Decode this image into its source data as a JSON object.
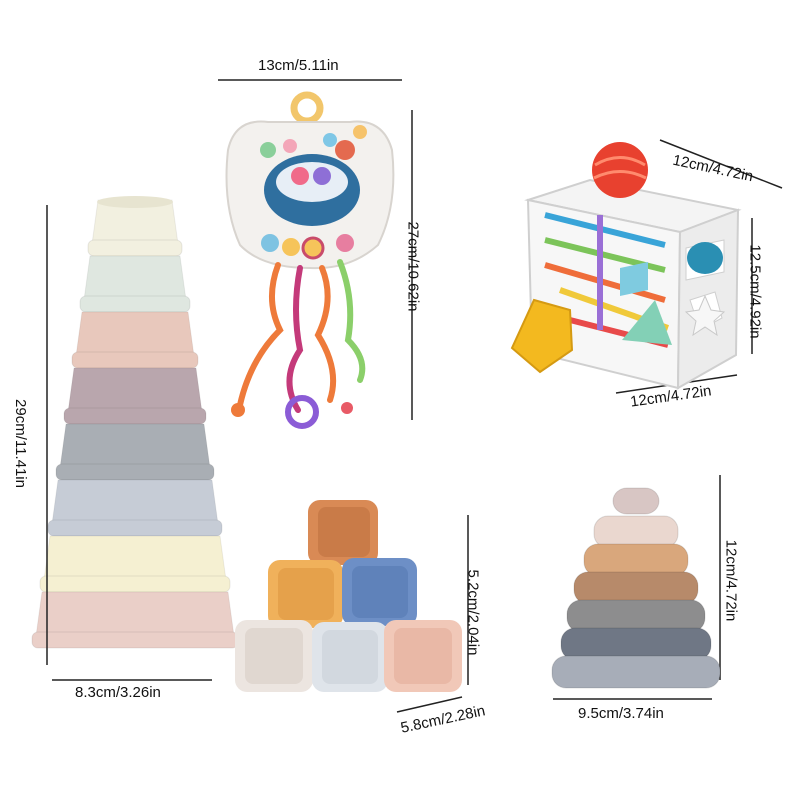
{
  "products": [
    {
      "id": "stacking-cups",
      "width_label": "8.3cm/3.26in",
      "height_label": "29cm/11.41in"
    },
    {
      "id": "pull-string-toy",
      "width_label": "13cm/5.11in",
      "height_label": "27cm/10.62in"
    },
    {
      "id": "shape-sorter-cube",
      "width_label": "12cm/4.72in",
      "height_label": "12.5cm/4.92in",
      "depth_label": "12cm/4.72in"
    },
    {
      "id": "soft-blocks",
      "height_label": "5.2cm/2.04in",
      "width_label": "5.8cm/2.28in"
    },
    {
      "id": "stacking-rings",
      "width_label": "9.5cm/3.74in",
      "height_label": "12cm/4.72in"
    }
  ],
  "colors": {
    "cups": [
      "#f2f0e0",
      "#dfe7e0",
      "#e8c8bc",
      "#b9a6ad",
      "#a9aeb4",
      "#c6ccd6",
      "#f5f0d2",
      "#eacfc8"
    ],
    "rings": [
      "#d8c6c4",
      "#ead7cf",
      "#d9a77c",
      "#b78a6a",
      "#8d8d8e",
      "#6f7785",
      "#a7adb8"
    ]
  }
}
